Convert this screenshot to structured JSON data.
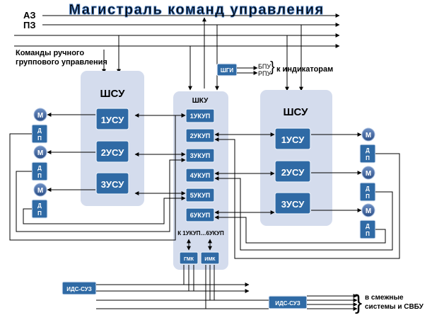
{
  "title": "Магистраль команд управления",
  "bus_labels": [
    "АЗ",
    "ПЗ"
  ],
  "manual_commands": [
    "Команды ручного",
    "группового управления"
  ],
  "shgi": "ШГИ",
  "bpu": "БПУ",
  "rpu": "РПУ",
  "to_indicators": "к индикаторам",
  "shsu": "ШСУ",
  "shku": "ШКУ",
  "usu": [
    "1УСУ",
    "2УСУ",
    "3УСУ"
  ],
  "ukup": [
    "1УКУП",
    "2УКУП",
    "3УКУП",
    "4УКУП",
    "5УКУП",
    "6УКУП"
  ],
  "motor": "М",
  "dp_top": "Д",
  "dp_bottom": "П",
  "ukup_range": "К 1УКУП…6УКУП",
  "gmk": "ГМК",
  "imk": "ИМК",
  "ids": "ИДС-СУЗ",
  "adjacent": [
    "в смежные",
    "системы и СВБУ"
  ]
}
